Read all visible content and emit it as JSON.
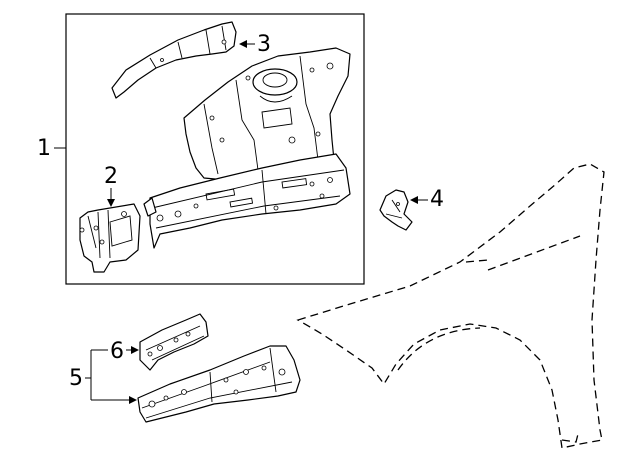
{
  "diagram": {
    "callouts": [
      {
        "id": 1,
        "label": "1"
      },
      {
        "id": 2,
        "label": "2"
      },
      {
        "id": 3,
        "label": "3"
      },
      {
        "id": 4,
        "label": "4"
      },
      {
        "id": 5,
        "label": "5"
      },
      {
        "id": 6,
        "label": "6"
      }
    ]
  },
  "colors": {
    "line": "#000000",
    "background": "#ffffff"
  }
}
